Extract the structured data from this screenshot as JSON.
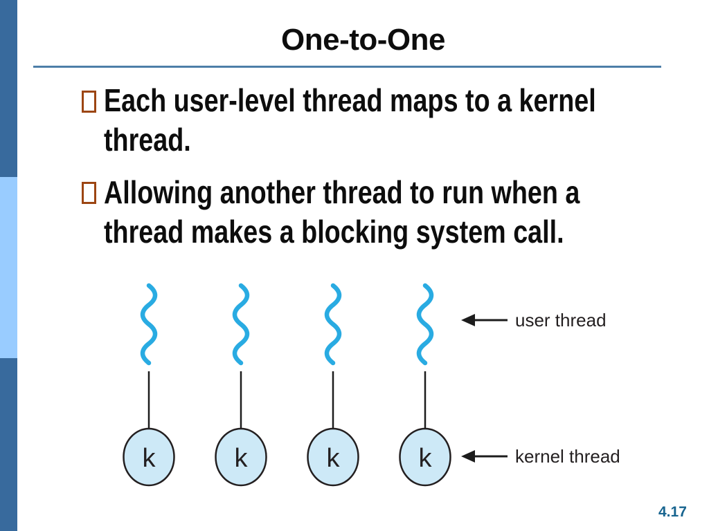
{
  "slide": {
    "title": "One-to-One",
    "bullets": [
      {
        "text": "Each user-level thread maps to a kernel thread."
      },
      {
        "text": "Allowing another thread to run when a thread makes a blocking system call."
      }
    ],
    "page_number": "4.17"
  },
  "diagram": {
    "kernel_label": "k",
    "user_thread_label": "user thread",
    "kernel_thread_label": "kernel thread",
    "user_thread_count": 4,
    "kernel_thread_count": 4
  },
  "colors": {
    "accent_bar_dark": "#386a9d",
    "accent_bar_light": "#99ccff",
    "title_rule": "#4d7ea8",
    "bullet_marker": "#9c4512",
    "user_thread": "#29abe2",
    "kernel_fill": "#cde9f7",
    "page_number": "#17648f"
  }
}
